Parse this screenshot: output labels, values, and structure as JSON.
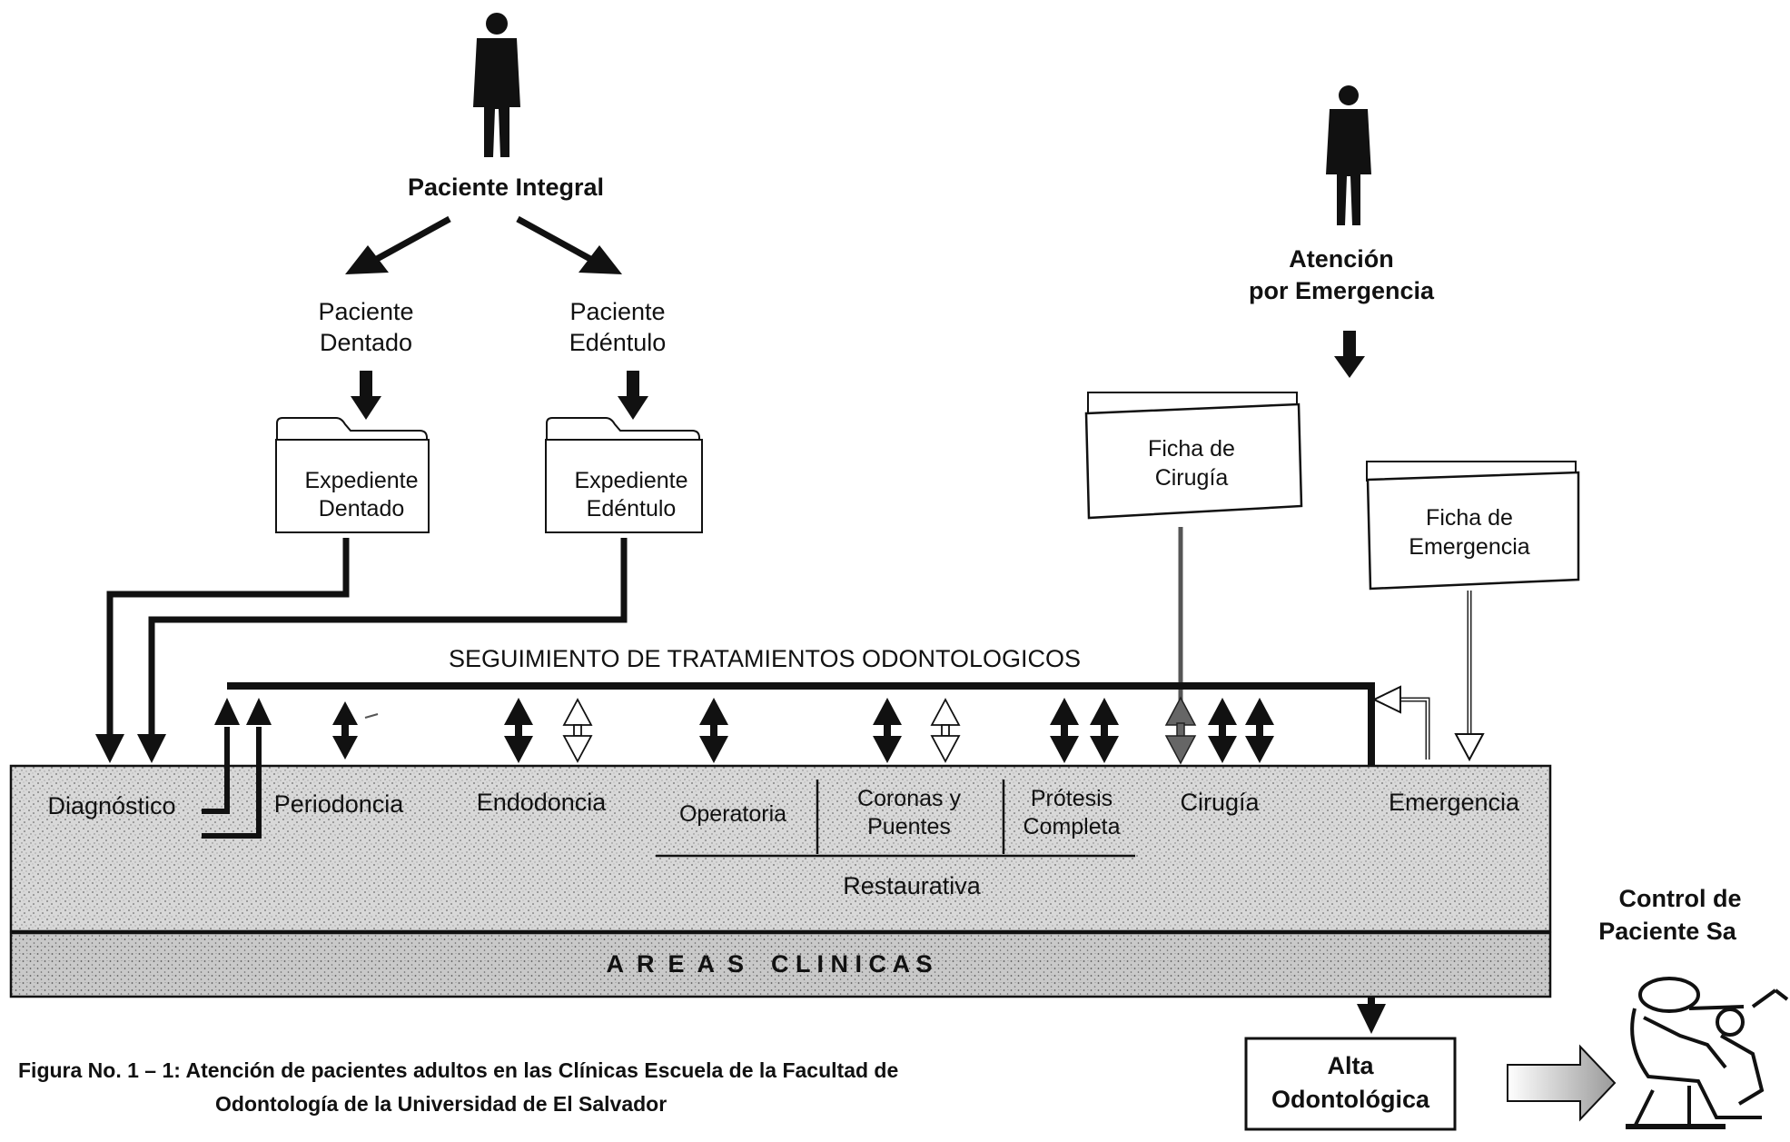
{
  "top_left": {
    "patient_label": "Paciente Integral",
    "branch_left": [
      "Paciente",
      "Dentado"
    ],
    "branch_right": [
      "Paciente",
      "Edéntulo"
    ],
    "folder_left": [
      "Expediente",
      "Dentado"
    ],
    "folder_right": [
      "Expediente",
      "Edéntulo"
    ]
  },
  "top_right": {
    "patient_label": [
      "Atención",
      "por Emergencia"
    ],
    "card_surgery": [
      "Ficha de",
      "Cirugía"
    ],
    "card_emergency": [
      "Ficha de",
      "Emergencia"
    ]
  },
  "tracking_title": "SEGUIMIENTO DE TRATAMIENTOS ODONTOLOGICOS",
  "areas": {
    "diagnostico": "Diagnóstico",
    "periodoncia": "Periodoncia",
    "endodoncia": "Endodoncia",
    "operatoria": "Operatoria",
    "coronas": [
      "Coronas y",
      "Puentes"
    ],
    "protesis": [
      "Prótesis",
      "Completa"
    ],
    "cirugia": "Cirugía",
    "emergencia": "Emergencia",
    "restaurativa": "Restaurativa",
    "banner": "A  R  E  A  S    C L I N I C A S"
  },
  "outcome": {
    "alta": [
      "Alta",
      "Odontológica"
    ],
    "control": [
      "Control de",
      "Paciente Sa"
    ]
  },
  "caption": {
    "line1": "Figura No. 1 – 1:  Atención de pacientes adultos en las Clínicas Escuela de la Facultad de",
    "line2": "Odontología de la Universidad de El Salvador"
  }
}
